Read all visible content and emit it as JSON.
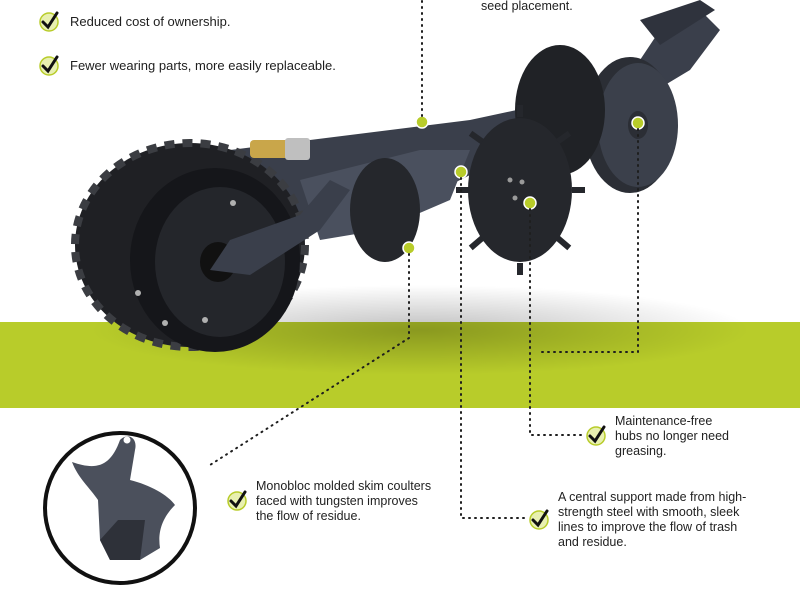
{
  "features_top": [
    {
      "text": "Reduced cost of ownership."
    },
    {
      "text": "Fewer wearing parts, more easily replaceable."
    }
  ],
  "seed_caption": "seed placement.",
  "annotations": {
    "hubs": "Maintenance-free hubs no longer need greasing.",
    "support": "A central support made from high-strength steel with smooth, sleek lines to improve the flow of trash and residue.",
    "coulters": "Monobloc molded skim coulters faced with tungsten improves the flow of residue."
  },
  "colors": {
    "accent": "#b8cc2a",
    "check_bg": "#e8f0b0",
    "machine": "#3a3f4b",
    "tyre": "#2a2a2a"
  },
  "icons": {
    "check": "check-circle-icon",
    "callout": "callout-dot-icon"
  }
}
